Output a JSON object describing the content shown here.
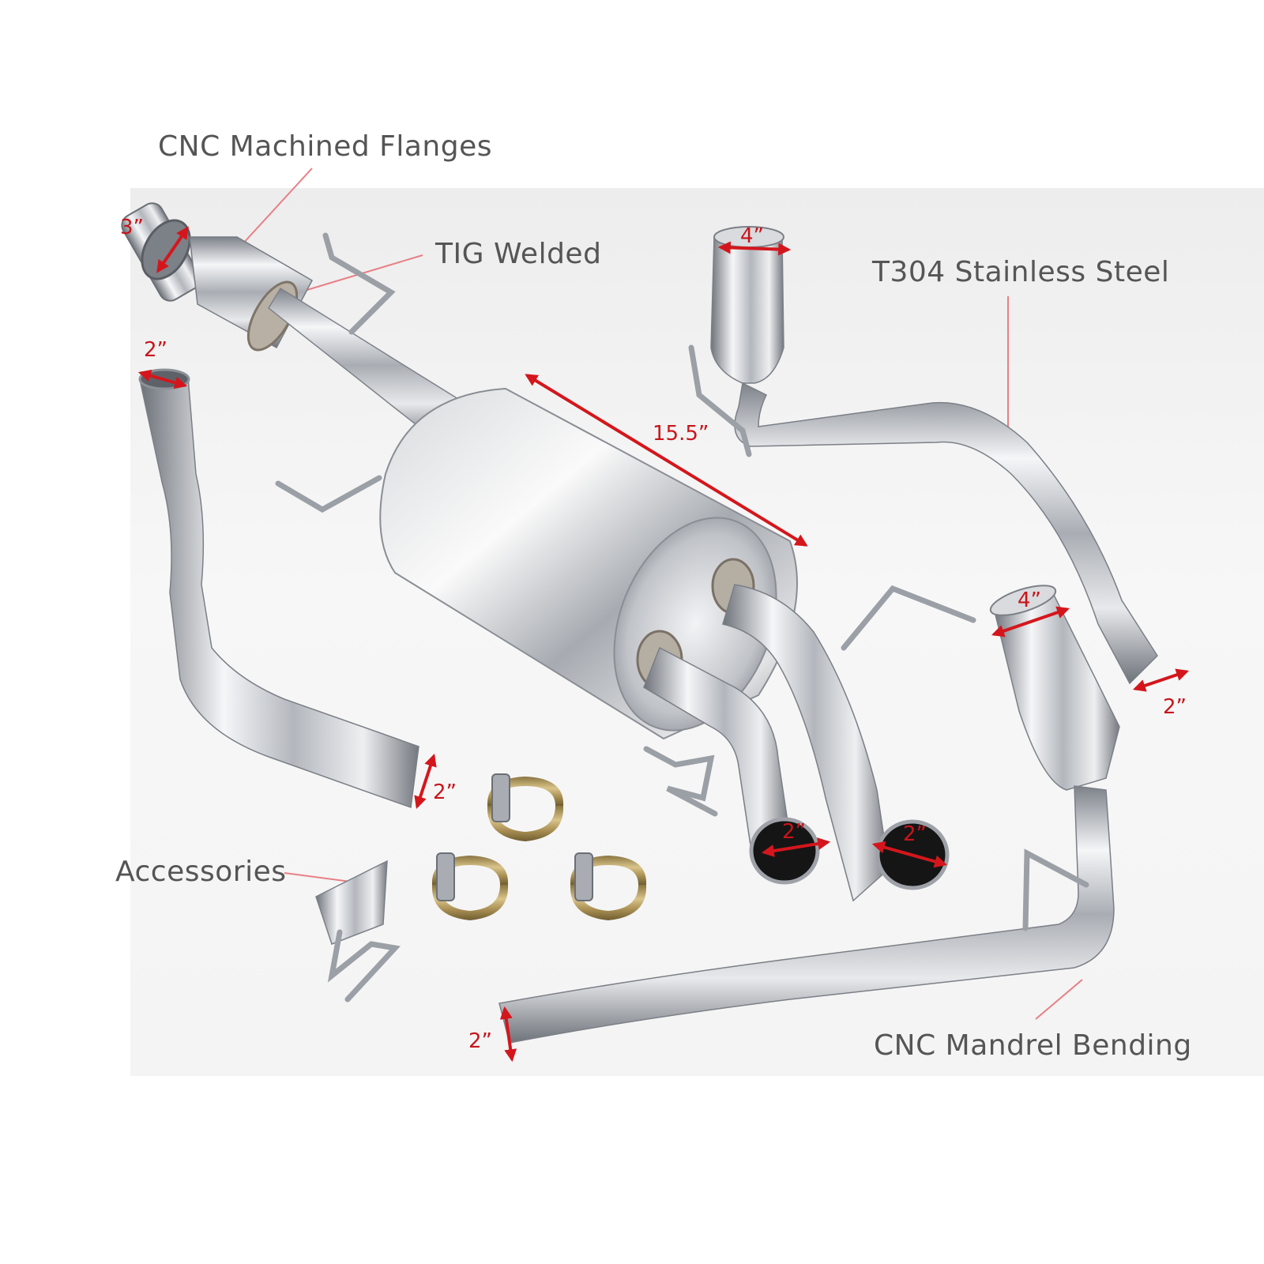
{
  "callouts": {
    "flanges": "CNC Machined Flanges",
    "tig": "TIG Welded",
    "steel": "T304 Stainless Steel",
    "accessories": "Accessories",
    "mandrel": "CNC Mandrel Bending"
  },
  "dimensions": {
    "flange_inlet": "3”",
    "muffler_length": "15.5”",
    "left_pipe_top": "2”",
    "left_pipe_outlet": "2”",
    "muffler_outlet_left": "2”",
    "muffler_outlet_right": "2”",
    "upper_tip": "4”",
    "upper_pipe_inlet": "2”",
    "lower_tip": "4”",
    "lower_pipe_inlet": "2”"
  },
  "colors": {
    "callout_text": "#555555",
    "leader_line": "#e87f86",
    "dimension": "#c8151b",
    "chrome_dark": "#8a8f96",
    "chrome_light": "#f4f5f7",
    "clamp_brass": "#b59a5c"
  },
  "icons": {
    "dimension_marker": "double-headed-arrow",
    "clamp": "u-bolt-band-clamp",
    "hanger": "bent-rod-hanger"
  }
}
